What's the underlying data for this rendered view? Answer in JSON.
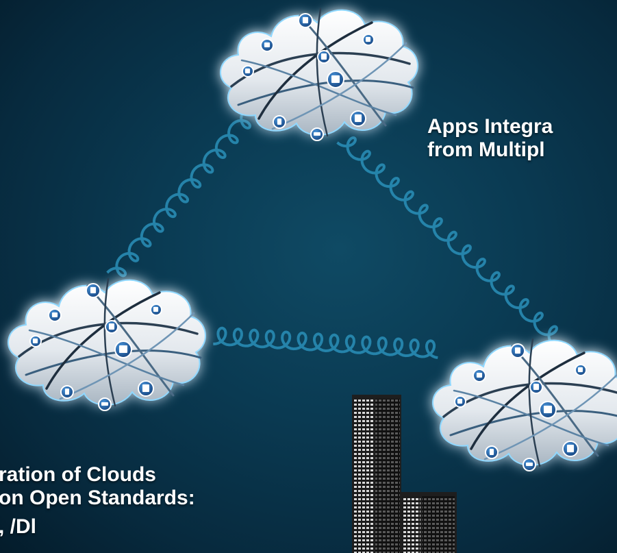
{
  "captions": {
    "apps_line1": "Apps Integra",
    "apps_line2": "from Multipl",
    "federation_line1": "ration of Clouds",
    "federation_line2": "on Open Standards:",
    "federation_line3": "  ,  /Dl"
  },
  "colors": {
    "background": "#0a3a52",
    "helix": "#2a8fb8",
    "cloud_glow": "#5fc7ff",
    "node": "#1f5fa8",
    "building": "#262626"
  }
}
